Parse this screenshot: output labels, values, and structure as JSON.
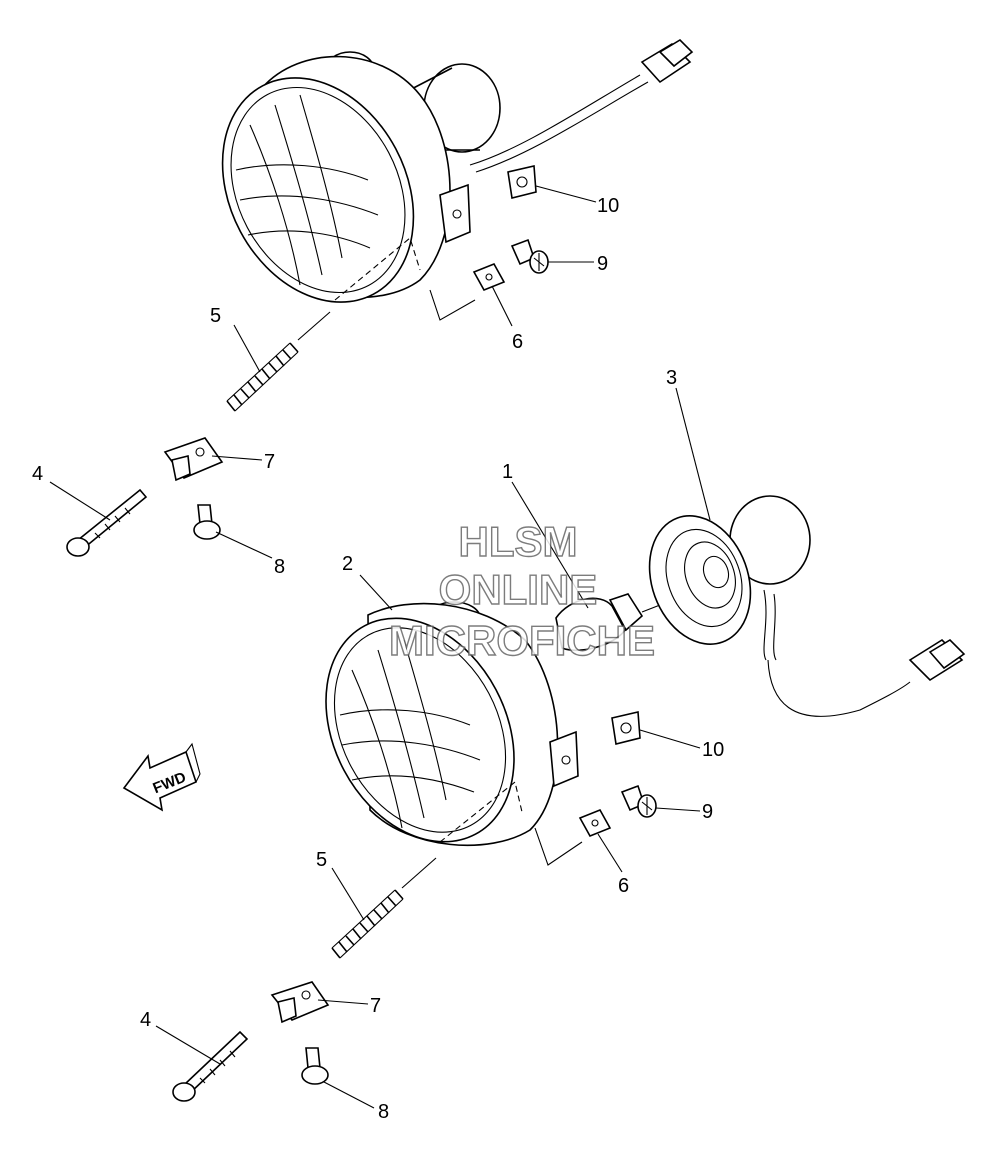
{
  "watermark": {
    "line1": "HLSM",
    "line2": "ONLINE",
    "line3": "MICROFICHE"
  },
  "direction_arrow": {
    "label": "FWD",
    "icon": "forward-arrow-icon"
  },
  "callouts": {
    "c1": "1",
    "c2": "2",
    "c3": "3",
    "c4a": "4",
    "c4b": "4",
    "c5a": "5",
    "c5b": "5",
    "c6a": "6",
    "c6b": "6",
    "c7a": "7",
    "c7b": "7",
    "c8a": "8",
    "c8b": "8",
    "c9a": "9",
    "c9b": "9",
    "c10a": "10",
    "c10b": "10"
  }
}
